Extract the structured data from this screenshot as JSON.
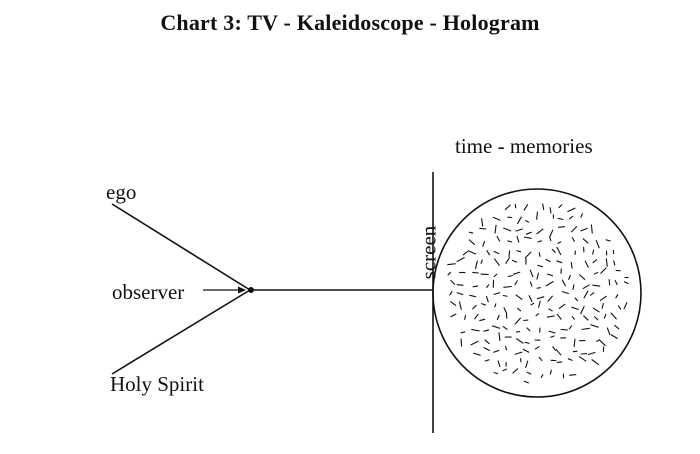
{
  "title": "Chart 3: TV - Kaleidoscope - Hologram",
  "labels": {
    "ego": "ego",
    "observer": "observer",
    "holy_spirit": "Holy Spirit",
    "screen": "screen",
    "time_memories": "time - memories"
  },
  "colors": {
    "ink": "#111111",
    "background": "#ffffff"
  }
}
